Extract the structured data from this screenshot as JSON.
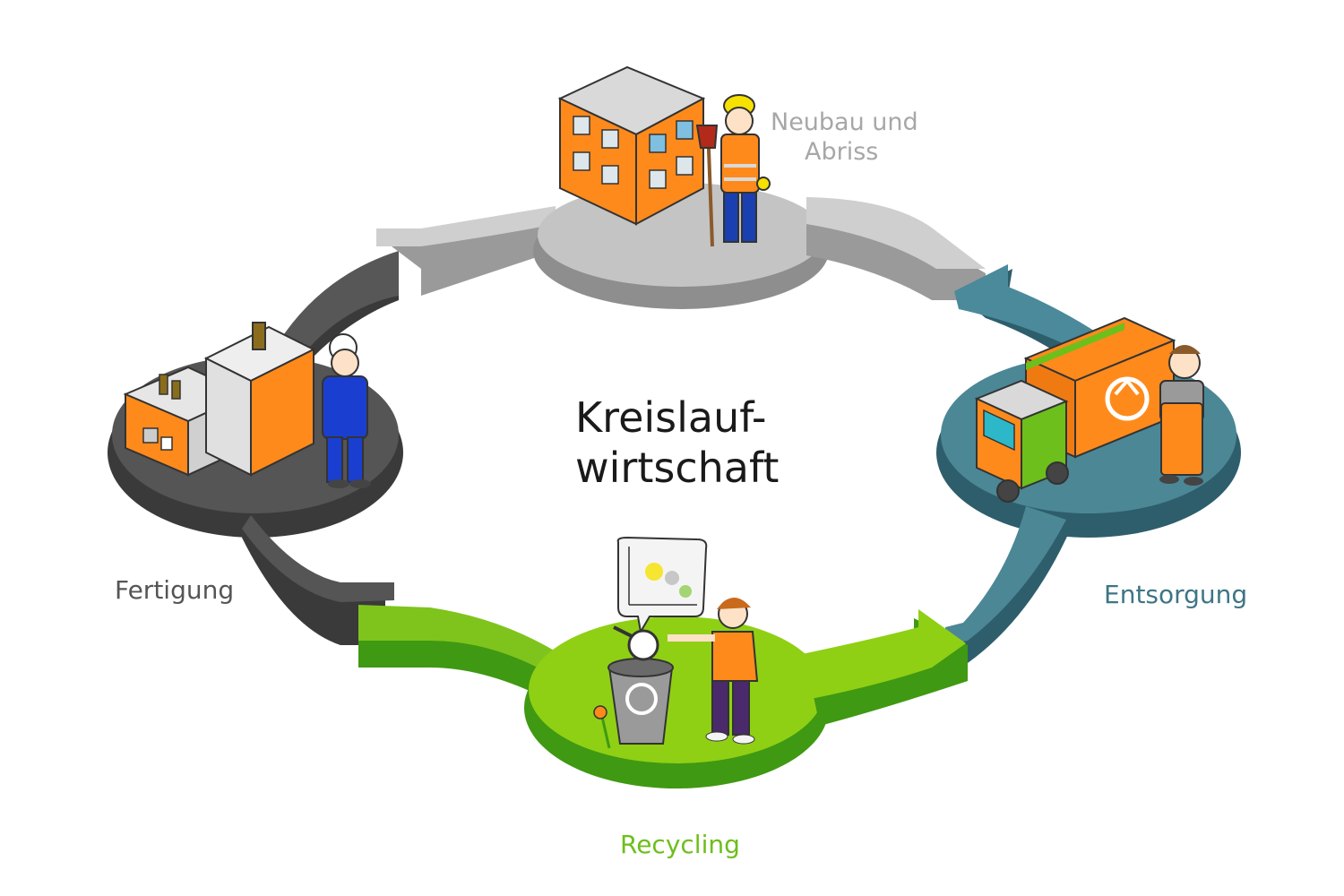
{
  "title_line1": "Kreislauf-",
  "title_line2": "wirtschaft",
  "stages": {
    "top": {
      "line1": "Neubau und",
      "line2": "Abriss",
      "color": "#a7a7a7"
    },
    "right": {
      "label": "Entsorgung",
      "color": "#3e7585"
    },
    "bottom": {
      "label": "Recycling",
      "color": "#6dbf1c"
    },
    "left": {
      "label": "Fertigung",
      "color": "#555555"
    }
  },
  "colors": {
    "gray_platform": "#c8c8c8",
    "dark_platform": "#4d4d4d",
    "teal_platform": "#4c8796",
    "green_platform": "#8fd014",
    "orange": "#ff8a1c"
  },
  "icons": [
    "building-icon",
    "worker-icon",
    "truck-icon",
    "recycle-icon",
    "factory-icon",
    "trash-bin-icon",
    "person-icon",
    "chart-bubble-icon"
  ]
}
